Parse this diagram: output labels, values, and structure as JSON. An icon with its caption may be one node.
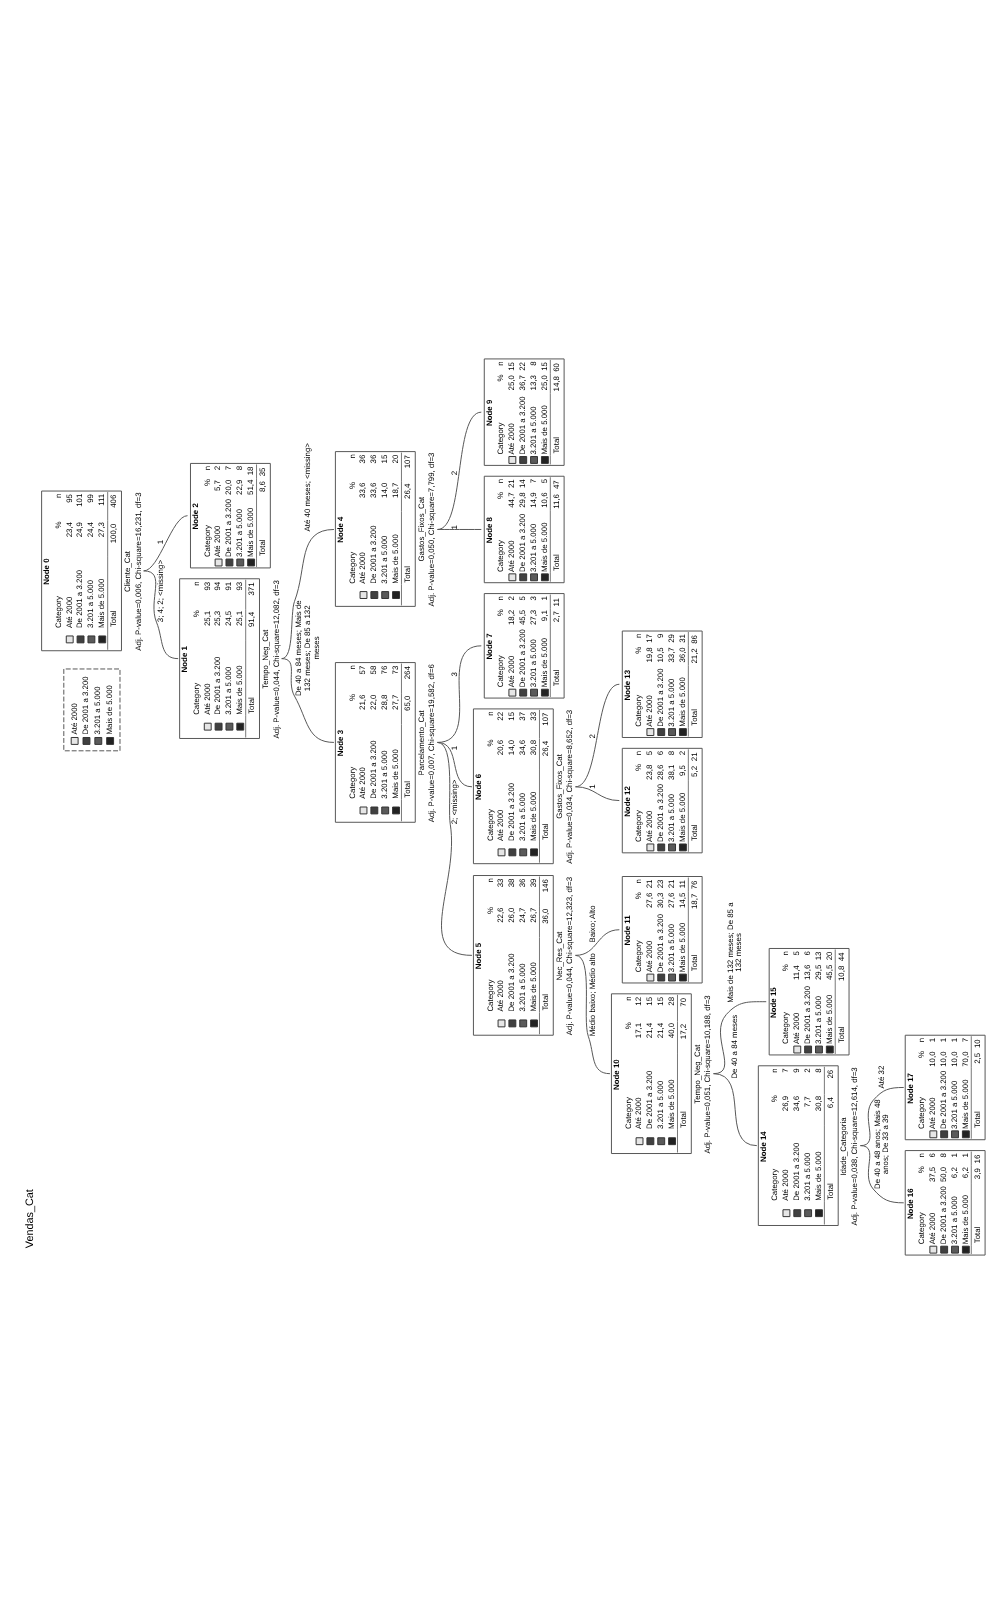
{
  "diagram": {
    "title": "Vendas_Cat",
    "nodes": [
      {
        "text": [
          "Node 0",
          "Category",
          "%",
          "n",
          "Até 2000",
          "23,4",
          "95",
          "De 2001 a 3.200",
          "24,9",
          "101",
          "3.201 a 5.000",
          "24,4",
          "99",
          "Mais de 5.000",
          "27,3",
          "111",
          "Total",
          "100,0",
          "406"
        ],
        "beside": [
          "Cliente_Cat",
          "Adj. P-value=0,006, Chi-square=16,231, df=3"
        ]
      },
      {
        "text": [
          "Node 1",
          "Category",
          "%",
          "n",
          "Até 2000",
          "25,1",
          "93",
          "De 2001 a 3.200",
          "25,3",
          "94",
          "3.201 a 5.000",
          "24,5",
          "91",
          "Mais de 5.000",
          "25,1",
          "93",
          "Total",
          "91,4",
          "371"
        ],
        "beside": [
          "Tempo_Neg_Cat",
          "Adj. P-value=0,044, Chi-square=12,082, df=3"
        ]
      },
      {
        "text": [
          "Node 2",
          "Category",
          "%",
          "n",
          "Até 2000",
          "5,7",
          "2",
          "De 2001 a 3.200",
          "20,0",
          "7",
          "3.201 a 5.000",
          "22,9",
          "8",
          "Mais de 5.000",
          "51,4",
          "18",
          "Total",
          "8,6",
          "35"
        ]
      },
      {
        "text": [
          "Node 3",
          "Category",
          "%",
          "n",
          "Até 2000",
          "21,6",
          "57",
          "De 2001 a 3.200",
          "22,0",
          "58",
          "3.201 a 5.000",
          "28,8",
          "76",
          "Mais de 5.000",
          "27,7",
          "73",
          "Total",
          "65,0",
          "264"
        ],
        "beside": [
          "Parcelamento_Cat",
          "Adj. P-value=0,007, Chi-square=19,582, df=6"
        ]
      },
      {
        "text": [
          "Node 4",
          "Category",
          "%",
          "n",
          "Até 2000",
          "33,6",
          "36",
          "De 2001 a 3.200",
          "33,6",
          "36",
          "3.201 a 5.000",
          "14,0",
          "15",
          "Mais de 5.000",
          "18,7",
          "20",
          "Total",
          "26,4",
          "107"
        ],
        "beside": [
          "Gastos_Fixos_Cat",
          "Adj. P-value=0,050, Chi-square=7,799, df=3"
        ]
      },
      {
        "text": [
          "Node 5",
          "Category",
          "%",
          "n",
          "Até 2000",
          "22,6",
          "33",
          "De 2001 a 3.200",
          "26,0",
          "38",
          "3.201 a 5.000",
          "24,7",
          "36",
          "Mais de 5.000",
          "26,7",
          "39",
          "Total",
          "36,0",
          "146"
        ],
        "beside": [
          "Nec_Res_Cat",
          "Adj. P-value=0,044, Chi-square=12,323, df=3"
        ]
      },
      {
        "text": [
          "Node 6",
          "Category",
          "%",
          "n",
          "Até 2000",
          "20,6",
          "22",
          "De 2001 a 3.200",
          "14,0",
          "15",
          "3.201 a 5.000",
          "34,6",
          "37",
          "Mais de 5.000",
          "30,8",
          "33",
          "Total",
          "26,4",
          "107"
        ],
        "beside": [
          "Gastos_Fixos_Cat",
          "Adj. P-value=0,034, Chi-square=8,652, df=3"
        ]
      },
      {
        "text": [
          "Node 7",
          "Category",
          "%",
          "n",
          "Até 2000",
          "18,2",
          "2",
          "De 2001 a 3.200",
          "45,5",
          "5",
          "3.201 a 5.000",
          "27,3",
          "3",
          "Mais de 5.000",
          "9,1",
          "1",
          "Total",
          "2,7",
          "11"
        ]
      },
      {
        "text": [
          "Node 8",
          "Category",
          "%",
          "n",
          "Até 2000",
          "44,7",
          "21",
          "De 2001 a 3.200",
          "29,8",
          "14",
          "3.201 a 5.000",
          "14,9",
          "7",
          "Mais de 5.000",
          "10,6",
          "5",
          "Total",
          "11,6",
          "47"
        ]
      },
      {
        "text": [
          "Node 9",
          "Category",
          "%",
          "n",
          "Até 2000",
          "25,0",
          "15",
          "De 2001 a 3.200",
          "36,7",
          "22",
          "3.201 a 5.000",
          "13,3",
          "8",
          "Mais de 5.000",
          "25,0",
          "15",
          "Total",
          "14,8",
          "60"
        ]
      },
      {
        "text": [
          "Node 10",
          "Category",
          "%",
          "n",
          "Até 2000",
          "17,1",
          "12",
          "De 2001 a 3.200",
          "21,4",
          "15",
          "3.201 a 5.000",
          "21,4",
          "15",
          "Mais de 5.000",
          "40,0",
          "28",
          "Total",
          "17,2",
          "70"
        ],
        "beside": [
          "Tempo_Neg_Cat",
          "Adj. P-value=0,051, Chi-square=10,188, df=3"
        ]
      },
      {
        "text": [
          "Node 11",
          "Category",
          "%",
          "n",
          "Até 2000",
          "27,6",
          "21",
          "De 2001 a 3.200",
          "30,3",
          "23",
          "3.201 a 5.000",
          "27,6",
          "21",
          "Mais de 5.000",
          "14,5",
          "11",
          "Total",
          "18,7",
          "76"
        ]
      },
      {
        "text": [
          "Node 12",
          "Category",
          "%",
          "n",
          "Até 2000",
          "23,8",
          "5",
          "De 2001 a 3.200",
          "28,6",
          "6",
          "3.201 a 5.000",
          "38,1",
          "8",
          "Mais de 5.000",
          "9,5",
          "2",
          "Total",
          "5,2",
          "21"
        ]
      },
      {
        "text": [
          "Node 13",
          "Category",
          "%",
          "n",
          "Até 2000",
          "19,8",
          "17",
          "De 2001 a 3.200",
          "10,5",
          "9",
          "3.201 a 5.000",
          "33,7",
          "29",
          "Mais de 5.000",
          "36,0",
          "31",
          "Total",
          "21,2",
          "86"
        ]
      },
      {
        "text": [
          "Node 14",
          "Category",
          "%",
          "n",
          "Até 2000",
          "26,9",
          "7",
          "De 2001 a 3.200",
          "34,6",
          "9",
          "3.201 a 5.000",
          "7,7",
          "2",
          "Mais de 5.000",
          "30,8",
          "8",
          "Total",
          "6,4",
          "26"
        ],
        "beside": [
          "Idade_Categoria",
          "Adj. P-value=0,038, Chi-square=12,614, df=3"
        ]
      },
      {
        "text": [
          "Node 15",
          "Category",
          "%",
          "n",
          "Até 2000",
          "11,4",
          "5",
          "De 2001 a 3.200",
          "13,6",
          "6",
          "3.201 a 5.000",
          "29,5",
          "13",
          "Mais de 5.000",
          "45,5",
          "20",
          "Total",
          "10,8",
          "44"
        ]
      },
      {
        "text": [
          "Node 16",
          "Category",
          "%",
          "n",
          "Até 2000",
          "37,5",
          "6",
          "De 2001 a 3.200",
          "50,0",
          "8",
          "3.201 a 5.000",
          "6,2",
          "1",
          "Mais de 5.000",
          "6,2",
          "1",
          "Total",
          "3,9",
          "16"
        ]
      },
      {
        "text": [
          "Node 17",
          "Category",
          "%",
          "n",
          "Até 2000",
          "10,0",
          "1",
          "De 2001 a 3.200",
          "10,0",
          "1",
          "3.201 a 5.000",
          "10,0",
          "1",
          "Mais de 5.000",
          "70,0",
          "7",
          "Total",
          "2,5",
          "10"
        ]
      }
    ],
    "edges": [
      {
        "from": 0,
        "to": 1,
        "arrow": "none",
        "label": "3; 4; 2; <missing>"
      },
      {
        "from": 0,
        "to": 2,
        "arrow": "none",
        "label": "1"
      },
      {
        "from": 1,
        "to": 3,
        "arrow": "none",
        "label": "De 40 a 84 meses; Mais de 132 meses; De 85 a 132 meses"
      },
      {
        "from": 1,
        "to": 4,
        "arrow": "none",
        "label": "Até 40 meses; <missing>"
      },
      {
        "from": 3,
        "to": 5,
        "arrow": "none",
        "label": "2; <missing>"
      },
      {
        "from": 3,
        "to": 6,
        "arrow": "none",
        "label": "1"
      },
      {
        "from": 3,
        "to": 7,
        "arrow": "none",
        "label": "3"
      },
      {
        "from": 4,
        "to": 8,
        "arrow": "none",
        "label": "1"
      },
      {
        "from": 4,
        "to": 9,
        "arrow": "none",
        "label": "2"
      },
      {
        "from": 5,
        "to": 10,
        "arrow": "none",
        "label": "Médio baixo; Médio alto"
      },
      {
        "from": 5,
        "to": 11,
        "arrow": "none",
        "label": "Baixo; Alto"
      },
      {
        "from": 6,
        "to": 12,
        "arrow": "none",
        "label": "1"
      },
      {
        "from": 6,
        "to": 13,
        "arrow": "none",
        "label": "2"
      },
      {
        "from": 10,
        "to": 14,
        "arrow": "none",
        "label": "De 40 a 84 meses"
      },
      {
        "from": 10,
        "to": 15,
        "arrow": "none",
        "label": "Mais de 132 meses; De 85 a 132 meses"
      },
      {
        "from": 14,
        "to": 16,
        "arrow": "none",
        "label": "De 40 a 48 anos; Mais 48 anos; De 33 a 39"
      },
      {
        "from": 14,
        "to": 17,
        "arrow": "none",
        "label": "Até 32"
      }
    ],
    "legend": [
      {
        "text": "Até 2000",
        "color": "#e6e6e6"
      },
      {
        "text": "De 2001 a 3.200",
        "color": "#404040"
      },
      {
        "text": "3.201 a 5.000",
        "color": "#5a5a5a"
      },
      {
        "text": "Mais de 5.000",
        "color": "#222222"
      }
    ]
  }
}
